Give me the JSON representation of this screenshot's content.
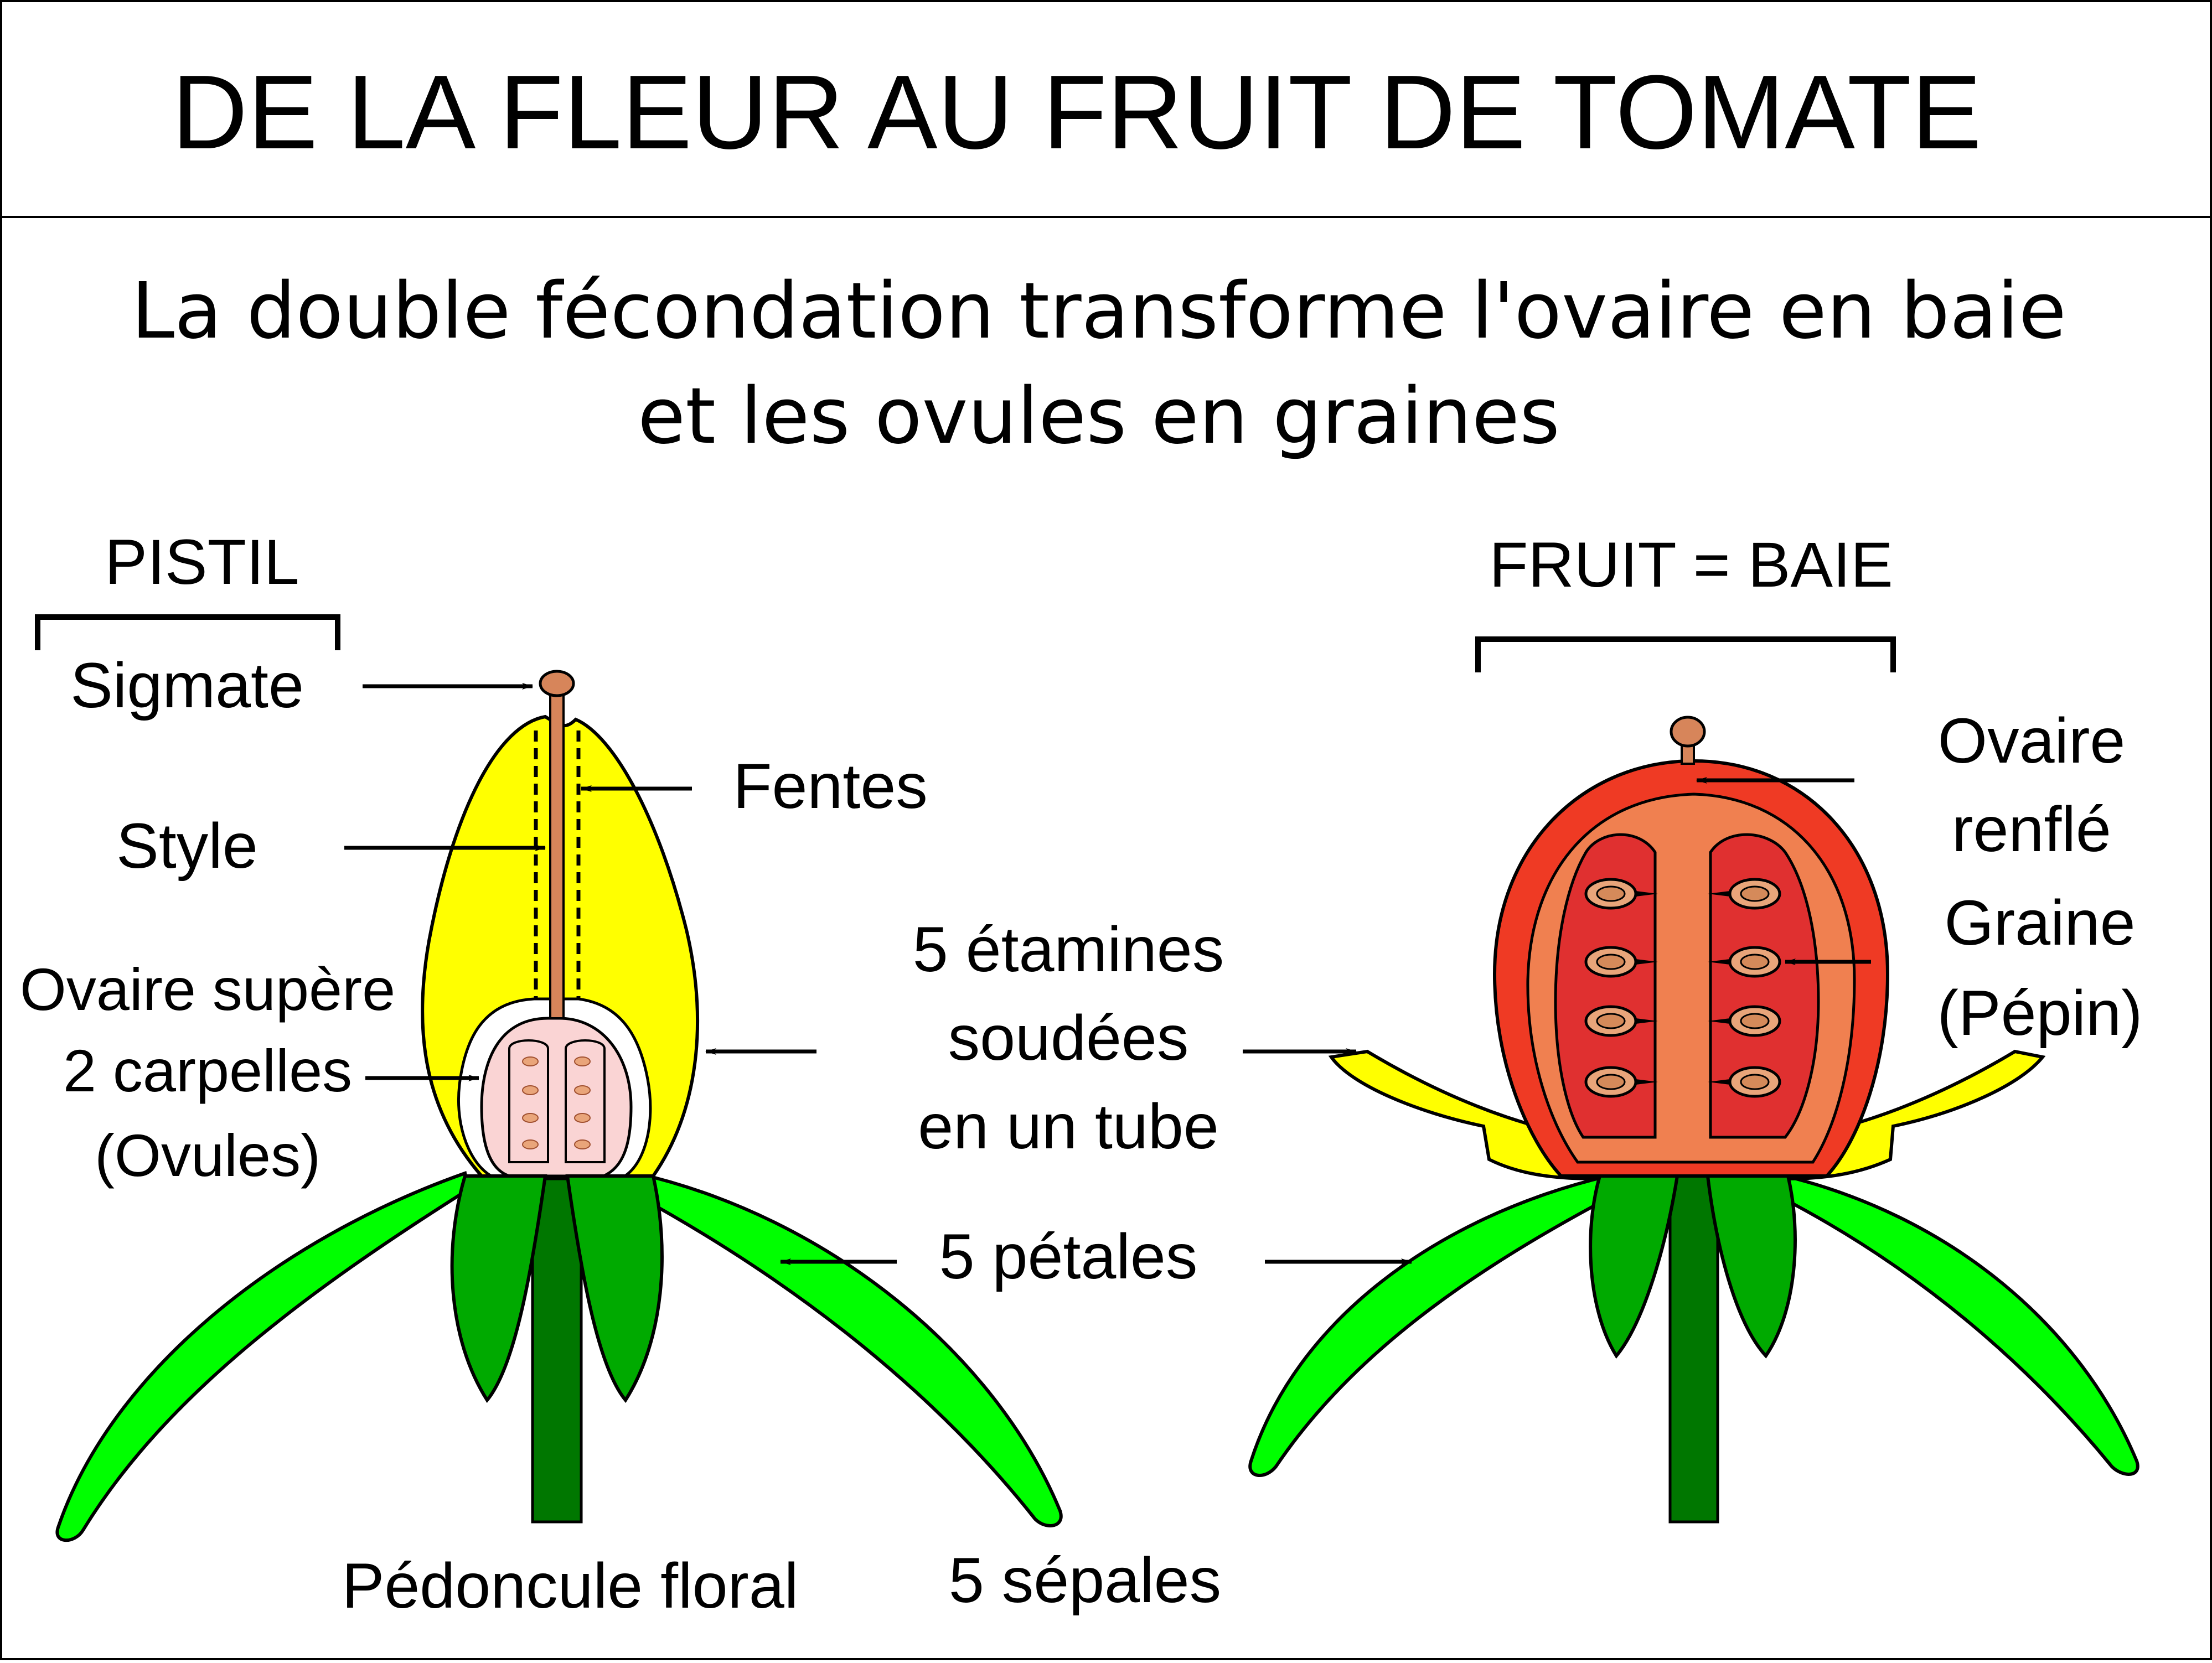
{
  "title": "DE LA FLEUR AU FRUIT DE TOMATE",
  "subtitle_line1": "La double fécondation transforme l'ovaire en baie",
  "subtitle_line2": "et les ovules en graines",
  "left": {
    "heading": "PISTIL",
    "labels": {
      "stigma": "Sigmate",
      "style": "Style",
      "slits": "Fentes",
      "ovary_line1": "Ovaire supère",
      "ovary_line2": "2 carpelles",
      "ovary_line3": "(Ovules)",
      "peduncle": "Pédoncule floral"
    }
  },
  "center": {
    "stamens_line1": "5 étamines",
    "stamens_line2": "soudées",
    "stamens_line3": "en un tube",
    "petals": "5 pétales",
    "sepals": "5 sépales"
  },
  "right": {
    "heading": "FRUIT = BAIE",
    "labels": {
      "ovary_line1": "Ovaire",
      "ovary_line2": "renflé",
      "seed_line1": "Graine",
      "seed_line2": "(Pépin)"
    }
  },
  "colors": {
    "petal_yellow": "#ffff00",
    "sepal_light_green": "#00ff00",
    "sepal_dark_green": "#00aa00",
    "stem_green": "#007700",
    "style_brown": "#d7855a",
    "ovary_pink": "#fad4d4",
    "fruit_outer_red": "#ef3a24",
    "fruit_flesh": "#f08050",
    "fruit_locule": "#e03030",
    "seed": "#e9a57a"
  }
}
